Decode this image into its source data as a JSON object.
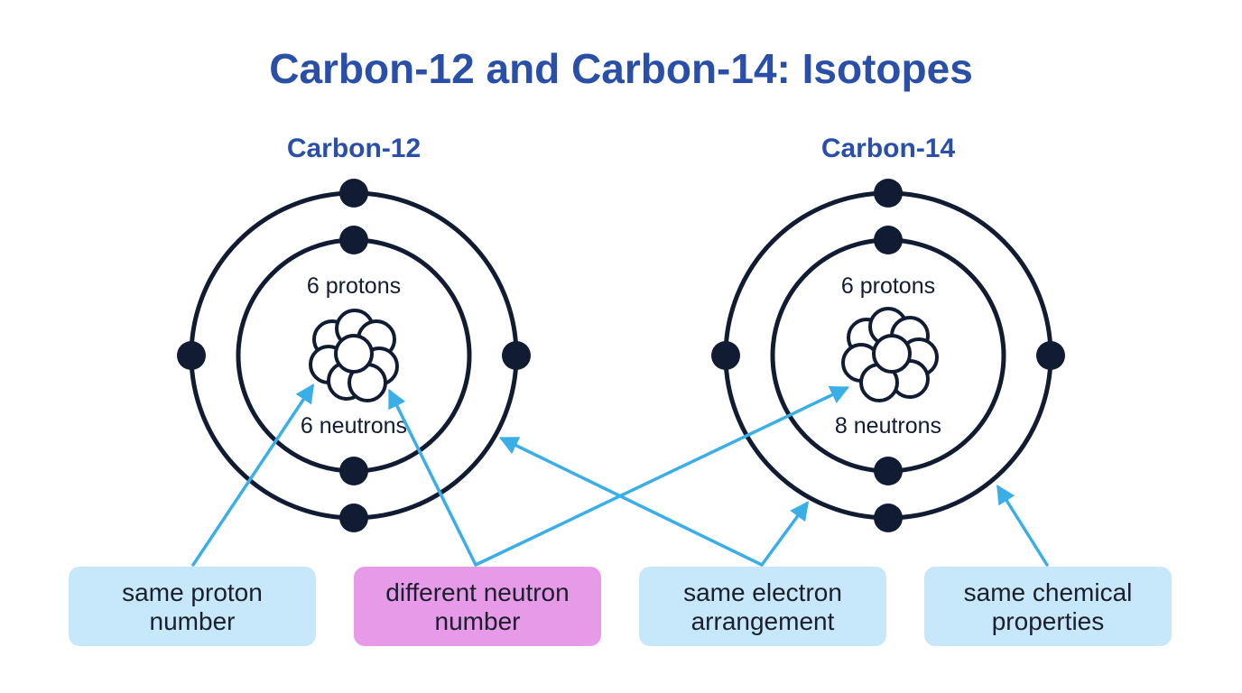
{
  "title": "Carbon-12 and Carbon-14: Isotopes",
  "colors": {
    "title": "#2a4fa8",
    "orbit": "#111c33",
    "arrow": "#3aaee6",
    "box_same": "#c7e8fa",
    "box_different": "#e79ae8"
  },
  "atoms": [
    {
      "name": "Carbon-12",
      "protons_label": "6 protons",
      "neutrons_label": "6 neutrons"
    },
    {
      "name": "Carbon-14",
      "protons_label": "6 protons",
      "neutrons_label": "8 neutrons"
    }
  ],
  "callouts": [
    {
      "line1": "same proton",
      "line2": "number"
    },
    {
      "line1": "different neutron",
      "line2": "number"
    },
    {
      "line1": "same electron",
      "line2": "arrangement"
    },
    {
      "line1": "same chemical",
      "line2": "properties"
    }
  ]
}
